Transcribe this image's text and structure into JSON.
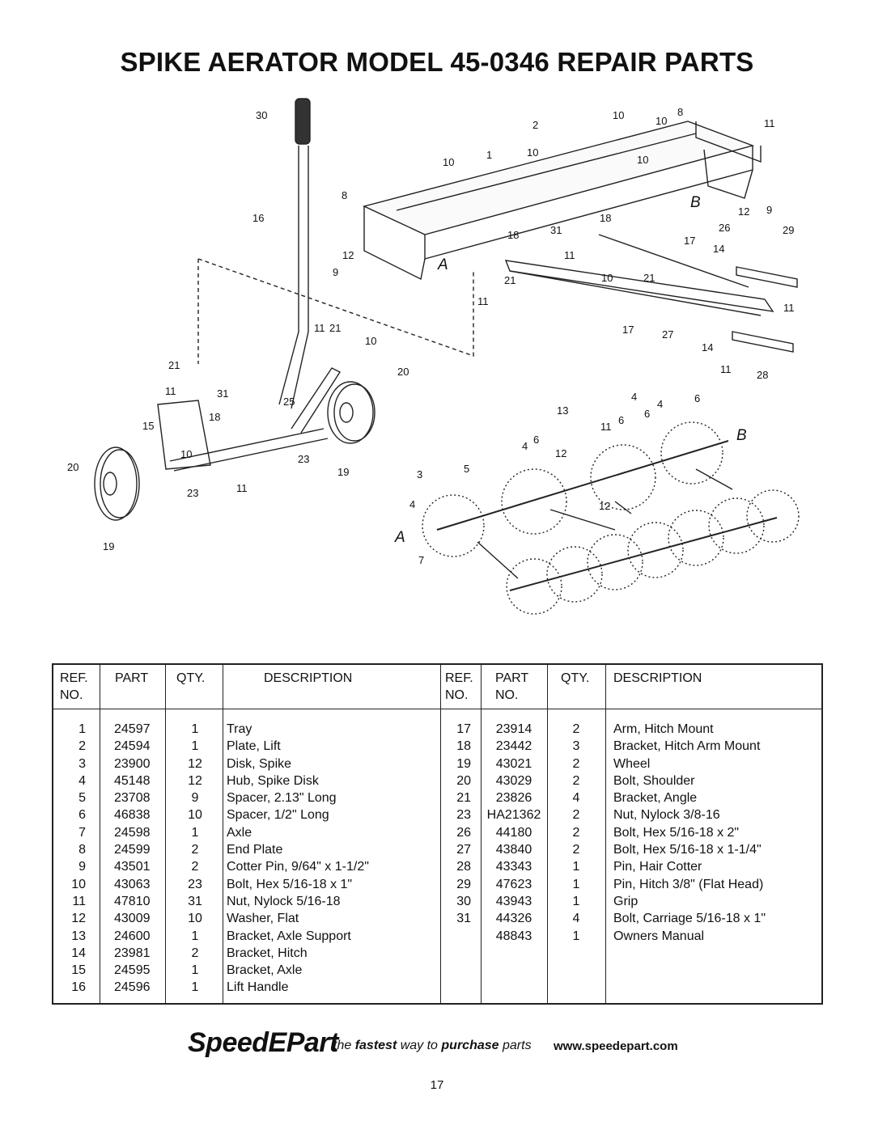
{
  "title": "SPIKE AERATOR MODEL 45-0346 REPAIR PARTS",
  "diagram": {
    "callouts": [
      "30",
      "2",
      "10",
      "8",
      "11",
      "10",
      "1",
      "10",
      "10",
      "10",
      "8",
      "B",
      "12",
      "9",
      "16",
      "18",
      "31",
      "18",
      "26",
      "29",
      "17",
      "14",
      "12",
      "11",
      "A",
      "9",
      "21",
      "10",
      "21",
      "11",
      "11",
      "11",
      "21",
      "17",
      "27",
      "10",
      "14",
      "21",
      "20",
      "11",
      "28",
      "11",
      "31",
      "25",
      "13",
      "4",
      "4",
      "6",
      "18",
      "6",
      "11",
      "6",
      "B",
      "15",
      "4",
      "6",
      "12",
      "10",
      "20",
      "23",
      "19",
      "3",
      "5",
      "23",
      "11",
      "4",
      "12",
      "A",
      "19",
      "7"
    ]
  },
  "table": {
    "headers": {
      "ref": [
        "REF.",
        "NO."
      ],
      "part": [
        "PART",
        ""
      ],
      "qty": "QTY.",
      "description": "DESCRIPTION",
      "ref2": [
        "REF.",
        "NO."
      ],
      "part2": [
        "PART",
        "NO."
      ],
      "qty2": "QTY.",
      "description2": "DESCRIPTION"
    },
    "left_rows": [
      {
        "ref": "1",
        "part": "24597",
        "qty": "1",
        "desc": "Tray"
      },
      {
        "ref": "2",
        "part": "24594",
        "qty": "1",
        "desc": "Plate, Lift"
      },
      {
        "ref": "3",
        "part": "23900",
        "qty": "12",
        "desc": "Disk, Spike"
      },
      {
        "ref": "4",
        "part": "45148",
        "qty": "12",
        "desc": "Hub, Spike Disk"
      },
      {
        "ref": "5",
        "part": "23708",
        "qty": "9",
        "desc": "Spacer, 2.13\" Long"
      },
      {
        "ref": "6",
        "part": "46838",
        "qty": "10",
        "desc": "Spacer, 1/2\" Long"
      },
      {
        "ref": "7",
        "part": "24598",
        "qty": "1",
        "desc": "Axle"
      },
      {
        "ref": "8",
        "part": "24599",
        "qty": "2",
        "desc": "End Plate"
      },
      {
        "ref": "9",
        "part": "43501",
        "qty": "2",
        "desc": "Cotter Pin, 9/64\" x 1-1/2\""
      },
      {
        "ref": "10",
        "part": "43063",
        "qty": "23",
        "desc": "Bolt, Hex 5/16-18 x 1\""
      },
      {
        "ref": "11",
        "part": "47810",
        "qty": "31",
        "desc": "Nut, Nylock 5/16-18"
      },
      {
        "ref": "12",
        "part": "43009",
        "qty": "10",
        "desc": "Washer, Flat"
      },
      {
        "ref": "13",
        "part": "24600",
        "qty": "1",
        "desc": "Bracket, Axle Support"
      },
      {
        "ref": "14",
        "part": "23981",
        "qty": "2",
        "desc": "Bracket, Hitch"
      },
      {
        "ref": "15",
        "part": "24595",
        "qty": "1",
        "desc": "Bracket, Axle"
      },
      {
        "ref": "16",
        "part": "24596",
        "qty": "1",
        "desc": "Lift Handle"
      }
    ],
    "right_rows": [
      {
        "ref": "17",
        "part": "23914",
        "qty": "2",
        "desc": "Arm, Hitch Mount"
      },
      {
        "ref": "18",
        "part": "23442",
        "qty": "3",
        "desc": "Bracket, Hitch Arm Mount"
      },
      {
        "ref": "19",
        "part": "43021",
        "qty": "2",
        "desc": "Wheel"
      },
      {
        "ref": "20",
        "part": "43029",
        "qty": "2",
        "desc": "Bolt, Shoulder"
      },
      {
        "ref": "21",
        "part": "23826",
        "qty": "4",
        "desc": "Bracket, Angle"
      },
      {
        "ref": "23",
        "part": "HA21362",
        "qty": "2",
        "desc": "Nut, Nylock 3/8-16"
      },
      {
        "ref": "26",
        "part": "44180",
        "qty": "2",
        "desc": "Bolt, Hex 5/16-18 x 2\""
      },
      {
        "ref": "27",
        "part": "43840",
        "qty": "2",
        "desc": "Bolt, Hex 5/16-18 x 1-1/4\""
      },
      {
        "ref": "28",
        "part": "43343",
        "qty": "1",
        "desc": "Pin, Hair Cotter"
      },
      {
        "ref": "29",
        "part": "47623",
        "qty": "1",
        "desc": "Pin, Hitch 3/8\" (Flat Head)"
      },
      {
        "ref": "30",
        "part": "43943",
        "qty": "1",
        "desc": "Grip"
      },
      {
        "ref": "31",
        "part": "44326",
        "qty": "4",
        "desc": "Bolt, Carriage 5/16-18 x 1\""
      },
      {
        "ref": "",
        "part": "48843",
        "qty": "1",
        "desc": "Owners Manual"
      }
    ]
  },
  "footer": {
    "brand": "SpeedEPart",
    "tagline_parts": [
      "the ",
      "fastest",
      " way to ",
      "purchase",
      " parts"
    ],
    "url": "www.speedepart.com"
  },
  "page_number": "17"
}
